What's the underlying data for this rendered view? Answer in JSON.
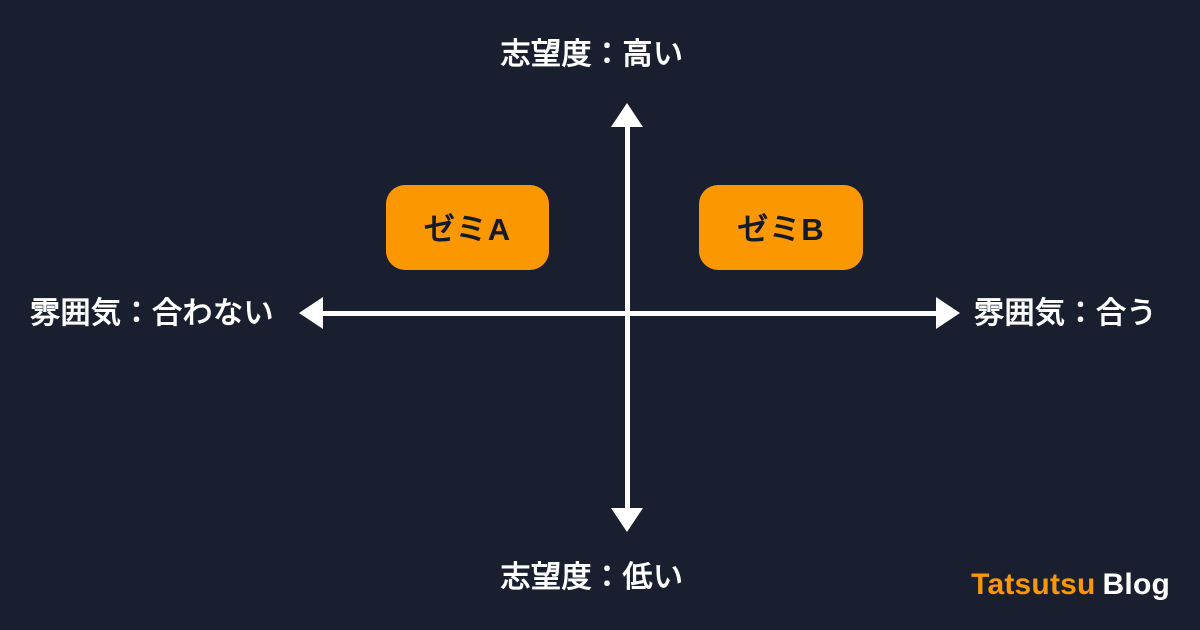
{
  "figure": {
    "background_color": "#1a1f30",
    "axis_color": "#ffffff",
    "accent_color": "#fb9700"
  },
  "chart_data": {
    "type": "scatter",
    "title": "",
    "subtitle": "",
    "xlabel": "雰囲気",
    "ylabel": "志望度",
    "xlim": [
      -1,
      1
    ],
    "ylim": [
      -1,
      1
    ],
    "grid": false,
    "legend": "none",
    "axis_labels": {
      "top": "志望度：高い",
      "bottom": "志望度：低い",
      "left": "雰囲気：合わない",
      "right": "雰囲気：合う"
    },
    "quadrant_axes": {
      "vertical": {
        "positive_end": "志望度：高い",
        "negative_end": "志望度：低い"
      },
      "horizontal": {
        "positive_end": "雰囲気：合う",
        "negative_end": "雰囲気：合わない"
      }
    },
    "points": [
      {
        "label": "ゼミA",
        "x": -0.47,
        "y": 0.62,
        "quadrant": "upper-left",
        "color": "#fb9700"
      },
      {
        "label": "ゼミB",
        "x": 0.52,
        "y": 0.62,
        "quadrant": "upper-right",
        "color": "#fb9700"
      }
    ],
    "categories": [
      "ゼミA",
      "ゼミB"
    ],
    "annotations": []
  },
  "watermark": {
    "brand": "Tatsutsu",
    "suffix": "Blog"
  }
}
